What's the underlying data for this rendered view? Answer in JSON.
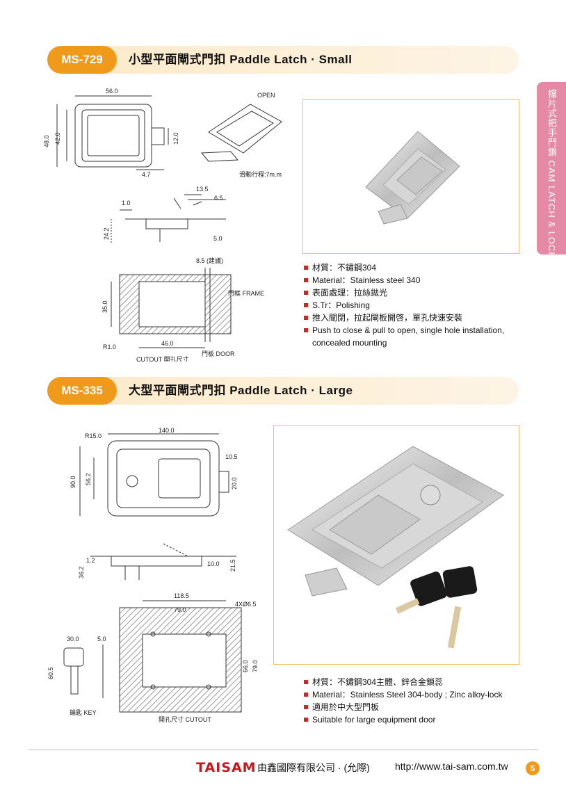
{
  "side_tab": "擋片式把手門鎖 CAM LATCH & LOCK",
  "sections": [
    {
      "code": "MS-729",
      "title": "小型平面閘式門扣 Paddle Latch · Small",
      "drawing_labels": {
        "width": "56.0",
        "height_outer": "48.0",
        "height_inner": "42.0",
        "tab_h": "12.0",
        "tab_w": "4.7",
        "open": "OPEN",
        "travel": "滑動行程:7m.m",
        "side_135": "13.5",
        "side_65": "6.5",
        "side_10": "1.0",
        "side_242": "24.2",
        "side_50": "5.0",
        "cut_85": "8.5 (建議)",
        "cut_350": "35.0",
        "cut_460": "46.0",
        "cut_r": "R1.0",
        "frame": "門框 FRAME",
        "door": "門板 DOOR",
        "cutout": "CUTOUT  開孔尺寸"
      },
      "specs": [
        "材質：不鏽鋼304",
        "Material：Stainless steel 340",
        "表面處理：拉絲拋光",
        "S.Tr：Polishing",
        "推入關閉，拉起閘板開啓，單孔快速安裝",
        "Push to close & pull to open, single hole installation,",
        "concealed mounting"
      ]
    },
    {
      "code": "MS-335",
      "title": "大型平面閘式門扣 Paddle Latch · Large",
      "drawing_labels": {
        "r15": "R15.0",
        "width": "140.0",
        "h900": "90.0",
        "h562": "56.2",
        "d105": "10.5",
        "d200": "20.0",
        "d12": "1.2",
        "d362": "36.2",
        "d100": "10.0",
        "d215": "21.5",
        "c1185": "118.5",
        "c790": "79.0",
        "holes": "4XØ6.5",
        "c660": "66.0",
        "c790v": "79.0",
        "k300": "30.0",
        "k50": "5.0",
        "k605": "60.5",
        "key": "鑰匙  KEY",
        "cutout": "開孔尺寸 CUTOUT"
      },
      "specs": [
        "材質：不鏽鋼304主體、鋅合金鎖蕊",
        "Material：Stainless Steel 304-body ; Zinc alloy-lock",
        "適用於中大型門板",
        "Suitable for large equipment door"
      ]
    }
  ],
  "footer": {
    "logo": "TAISAM",
    "company": "由鑫國際有限公司 · (允際)",
    "url": "http://www.tai-sam.com.tw",
    "page": "5"
  },
  "colors": {
    "accent": "#f09a1c",
    "bullet": "#d6261c",
    "tab": "#e58aa6"
  }
}
